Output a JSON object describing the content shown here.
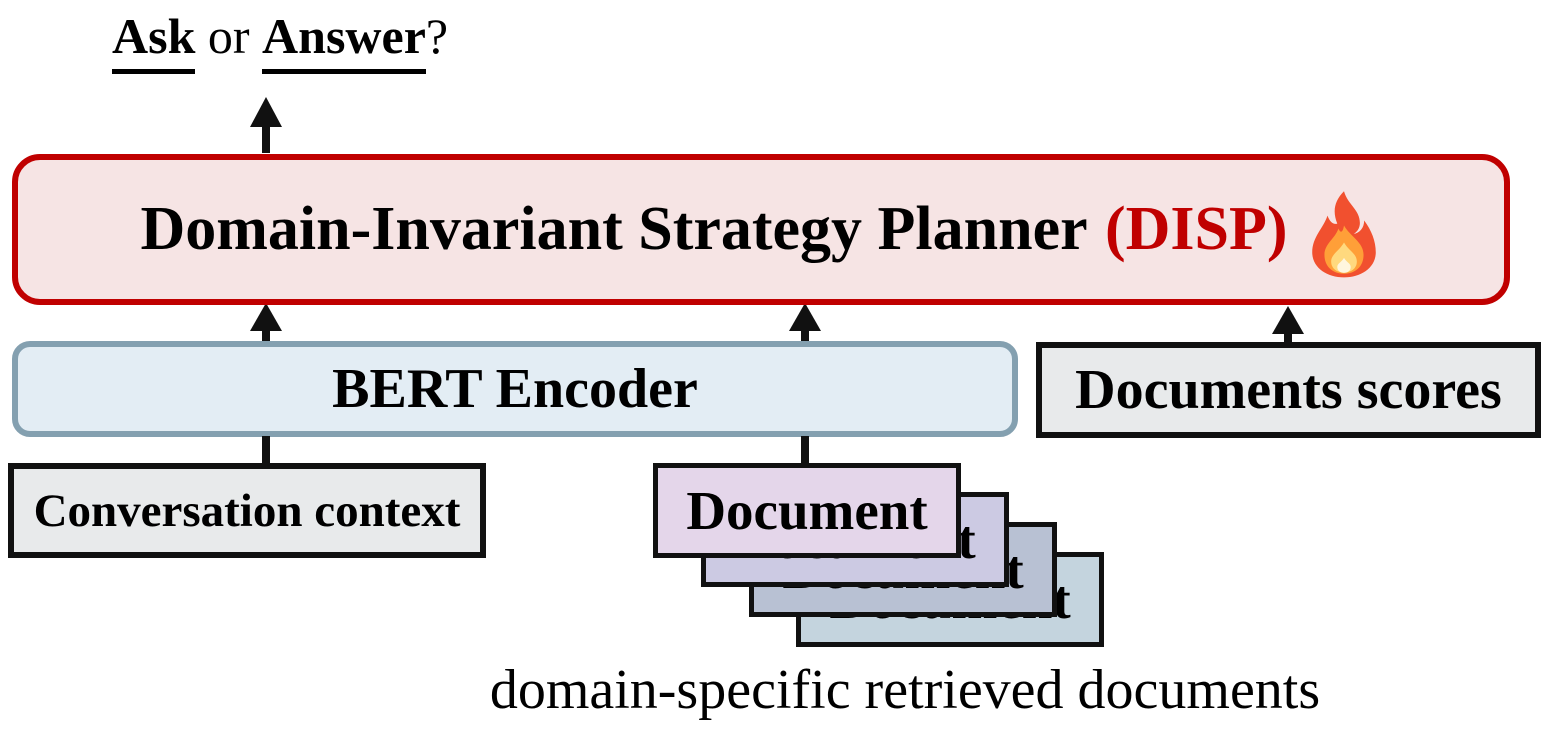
{
  "output": {
    "ask": "Ask",
    "or": " or ",
    "answer": "Answer",
    "question_mark": "?"
  },
  "planner": {
    "title": "Domain-Invariant Strategy Planner",
    "acronym": "(DISP)",
    "trainable_icon": "fire-icon"
  },
  "encoder": {
    "label": "BERT Encoder"
  },
  "scores": {
    "label": "Documents scores"
  },
  "context": {
    "label": "Conversation context"
  },
  "documents": {
    "label": "Document",
    "count": 4,
    "caption": "domain-specific retrieved documents"
  },
  "colors": {
    "planner_border": "#C00000",
    "planner_fill": "#F6E4E4",
    "planner_acronym": "#C00000",
    "encoder_border": "#84A0B0",
    "encoder_fill": "#E3EDF4",
    "gray_box_fill": "#E8EAEB",
    "dark_border": "#111111",
    "arrow": "#111111",
    "doc_stack_fills": [
      "#E4D6EA",
      "#CCCAE3",
      "#B8C1D3",
      "#C4D4DE"
    ],
    "flame_outer": "#F1502F",
    "flame_mid": "#FF9F38",
    "flame_inner": "#FFD97E",
    "flame_core": "#FFF6DE"
  }
}
